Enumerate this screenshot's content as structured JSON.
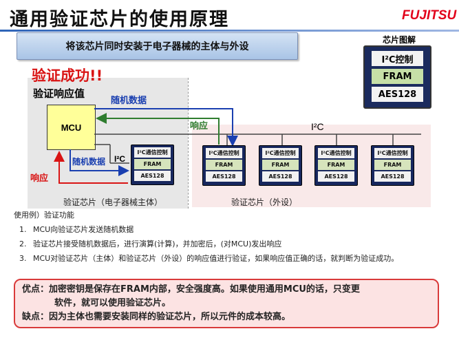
{
  "title": "通用验证芯片的使用原理",
  "logo": "FUJITSU",
  "banner": "将该芯片同时安装于电子器械的主体与外设",
  "legend": {
    "title": "芯片图解",
    "rows": [
      "I²C控制",
      "FRAM",
      "AES128"
    ]
  },
  "status": "验证成功!!",
  "response_value": "验证响应值",
  "mcu": "MCU",
  "labels": {
    "random_top": "随机数据",
    "response_top": "响应",
    "random_host": "随机数据",
    "response_host": "响应",
    "i2c_bus": "I²C",
    "i2c_host": "I²C"
  },
  "chip": {
    "rows": [
      "I²C通信控制",
      "FRAM",
      "AES128"
    ]
  },
  "captions": {
    "host": "验证芯片（电子器械主体）",
    "peripheral": "验证芯片（外设）"
  },
  "usage": "使用例）验证功能",
  "steps": [
    {
      "num": "1.",
      "text": "MCU向验证芯片发送随机数据"
    },
    {
      "num": "2.",
      "text": "验证芯片接受随机数据后，进行演算(计算)，并加密后，(对MCU)发出响应"
    },
    {
      "num": "3.",
      "text": "MCU对验证芯片（主体）和验证芯片（外设）的响应值进行验证，如果响应值正确的话，就判断为验证成功。"
    }
  ],
  "pros": {
    "line1": "优点：加密密钥是保存在FRAM内部，安全强度高。如果使用通用MCU的话，只变更",
    "line2": "软件，就可以使用验证芯片。",
    "cons": "缺点：因为主体也需要安装同样的验证芯片，所以元件的成本较高。"
  },
  "colors": {
    "accent_blue": "#1a3fb0",
    "accent_green": "#2f7d2f",
    "accent_red": "#d91414",
    "chip_navy": "#17275e",
    "brand_red": "#e2001a"
  }
}
